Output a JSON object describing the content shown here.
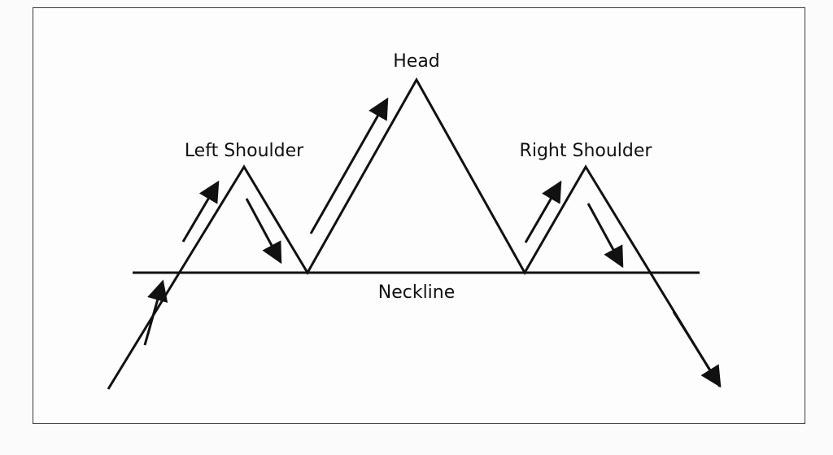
{
  "labels": {
    "head": "Head",
    "left_shoulder": "Left Shoulder",
    "right_shoulder": "Right Shoulder",
    "neckline": "Neckline"
  },
  "colors": {
    "line": "#111111",
    "frame": "#3a3a3a",
    "background": "#fdfdfd"
  }
}
